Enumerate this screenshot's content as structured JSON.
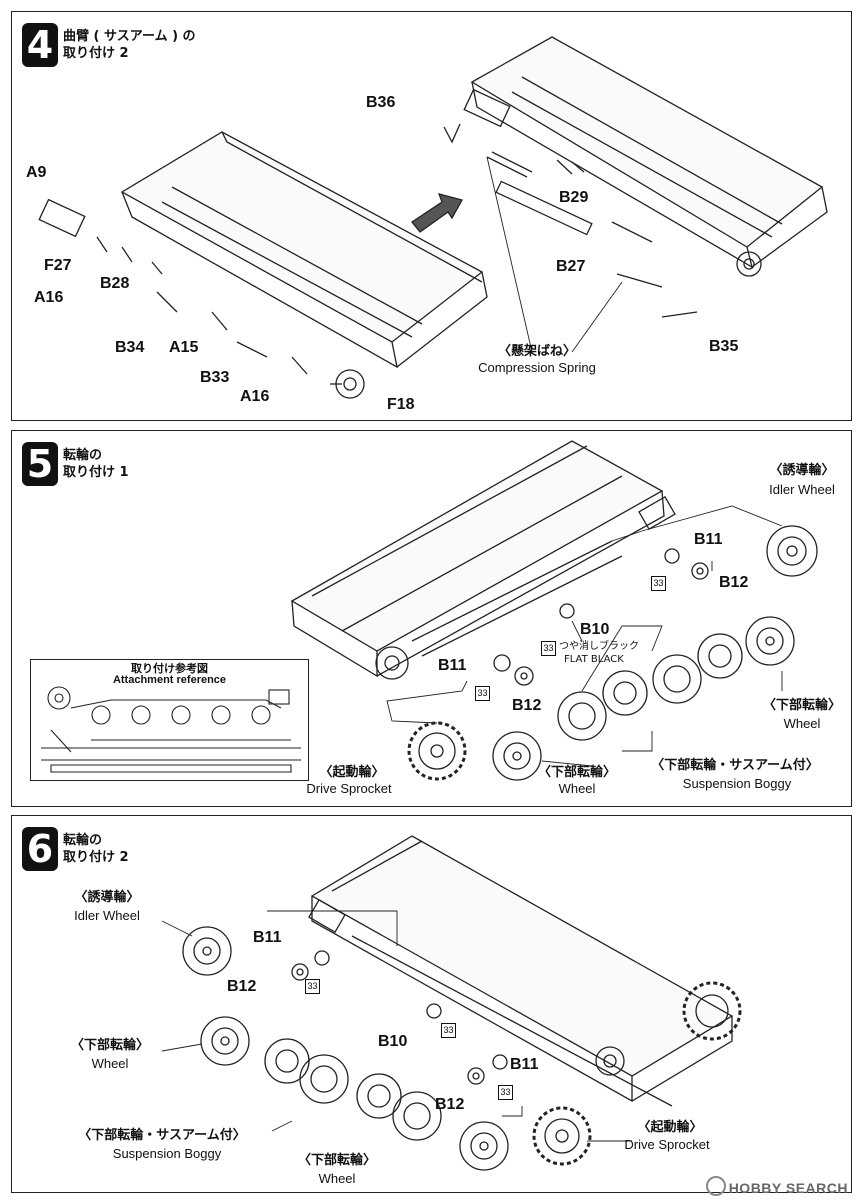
{
  "step4": {
    "number": "4",
    "title_line1": "曲臂 ( サスアーム ) の",
    "title_line2": "取り付け 2",
    "parts": [
      "B36",
      "A9",
      "F27",
      "A16",
      "B28",
      "B34",
      "A15",
      "B33",
      "A16",
      "F18",
      "B29",
      "B27",
      "B35"
    ],
    "spring_jp": "〈懸架ばね〉",
    "spring_en": "Compression Spring"
  },
  "step5": {
    "number": "5",
    "title_line1": "転輪の",
    "title_line2": "取り付け 1",
    "idler_jp": "〈誘導輪〉",
    "idler_en": "Idler Wheel",
    "parts": [
      "B11",
      "B12",
      "B10",
      "B11",
      "B12"
    ],
    "paint_code": "33",
    "paint_jp": "つや消しブラック",
    "paint_en": "FLAT BLACK",
    "wheel_jp": "〈下部転輪〉",
    "wheel_en": "Wheel",
    "boggy_jp": "〈下部転輪・サスアーム付〉",
    "boggy_en": "Suspension Boggy",
    "sprocket_jp": "〈起動輪〉",
    "sprocket_en": "Drive Sprocket",
    "inset_jp": "取り付け参考図",
    "inset_en": "Attachment reference"
  },
  "step6": {
    "number": "6",
    "title_line1": "転輪の",
    "title_line2": "取り付け 2",
    "idler_jp": "〈誘導輪〉",
    "idler_en": "Idler Wheel",
    "parts": [
      "B11",
      "B12",
      "B10",
      "B11",
      "B12"
    ],
    "paint_code": "33",
    "wheel_jp": "〈下部転輪〉",
    "wheel_en": "Wheel",
    "boggy_jp": "〈下部転輪・サスアーム付〉",
    "boggy_en": "Suspension Boggy",
    "sprocket_jp": "〈起動輪〉",
    "sprocket_en": "Drive Sprocket"
  },
  "watermark": "HOBBY SEARCH"
}
